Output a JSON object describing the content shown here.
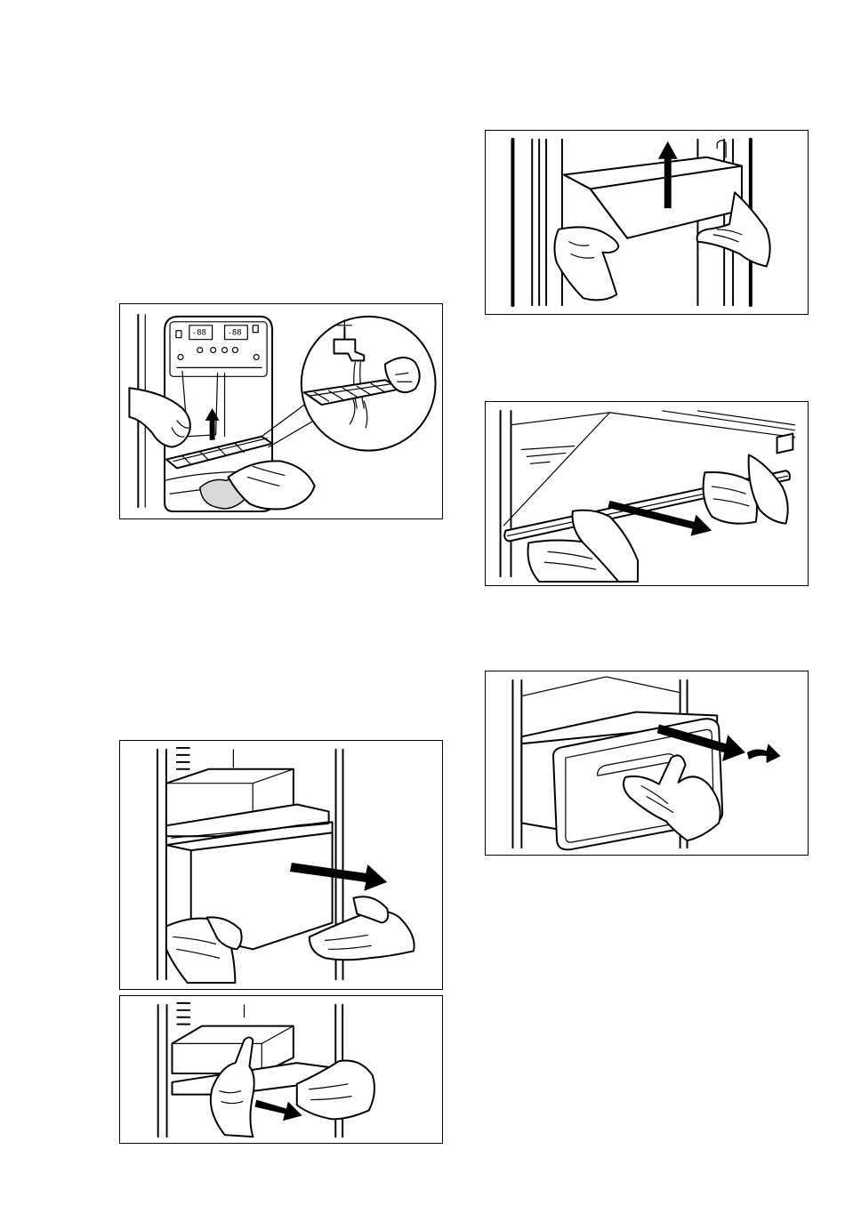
{
  "figures": [
    {
      "id": "dispenser",
      "depicts": [
        "water-dispenser-panel",
        "drip-tray",
        "tap"
      ],
      "display_readout": [
        "-88",
        "-88"
      ],
      "arrow": "up"
    },
    {
      "id": "door-bin",
      "depicts": [
        "door-bin"
      ],
      "arrow": "up"
    },
    {
      "id": "glass-shelf",
      "depicts": [
        "glass-shelf"
      ],
      "arrow": "pull-out"
    },
    {
      "id": "crisper-drawer",
      "depicts": [
        "crisper-drawer"
      ],
      "arrow": "pull-out"
    },
    {
      "id": "small-drawer-shelf",
      "depicts": [
        "small-drawer",
        "shelf"
      ],
      "arrow": "pull-out"
    },
    {
      "id": "freezer-drawer",
      "depicts": [
        "freezer-drawer"
      ],
      "arrow": "pull-out-tilt"
    }
  ]
}
